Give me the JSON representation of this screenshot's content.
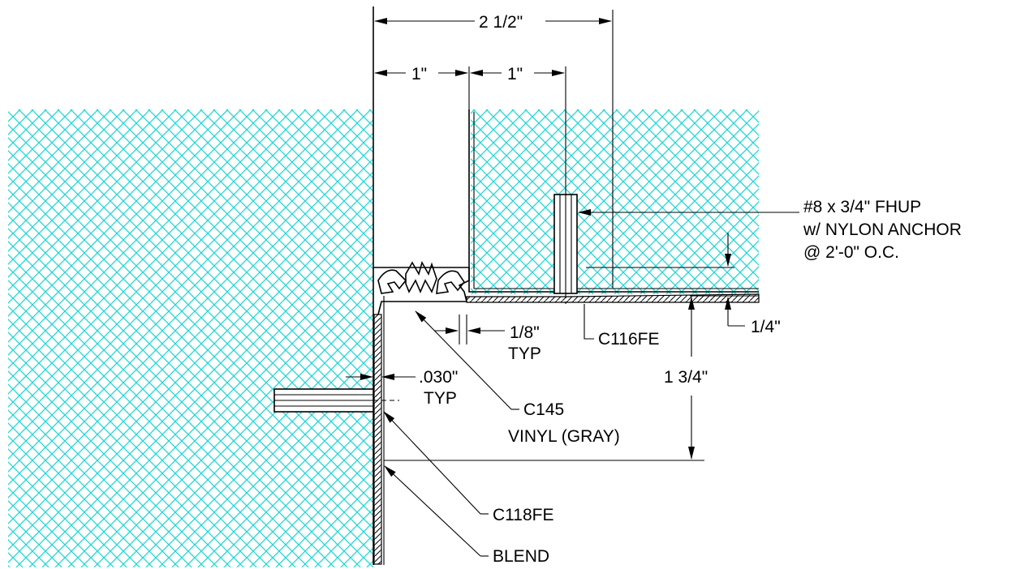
{
  "colors": {
    "hatch": "#22d6d6",
    "line": "#000000",
    "background": "#ffffff"
  },
  "dimensions": {
    "overall_width": "2 1/2\"",
    "left_inch": "1\"",
    "right_inch": "1\"",
    "gap": "1/8\"",
    "gap_typ": "TYP",
    "thickness": ".030\"",
    "thickness_typ": "TYP",
    "height": "1 3/4\"",
    "lip": "1/4\""
  },
  "callouts": {
    "fastener_line1": "#8 x 3/4\" FHUP",
    "fastener_line2": "w/ NYLON ANCHOR",
    "fastener_line3": "@ 2'-0\" O.C.",
    "insert_part": "C116FE",
    "vinyl_part": "C145",
    "vinyl_desc": "VINYL (GRAY)",
    "base_part": "C118FE",
    "blend": "BLEND"
  }
}
